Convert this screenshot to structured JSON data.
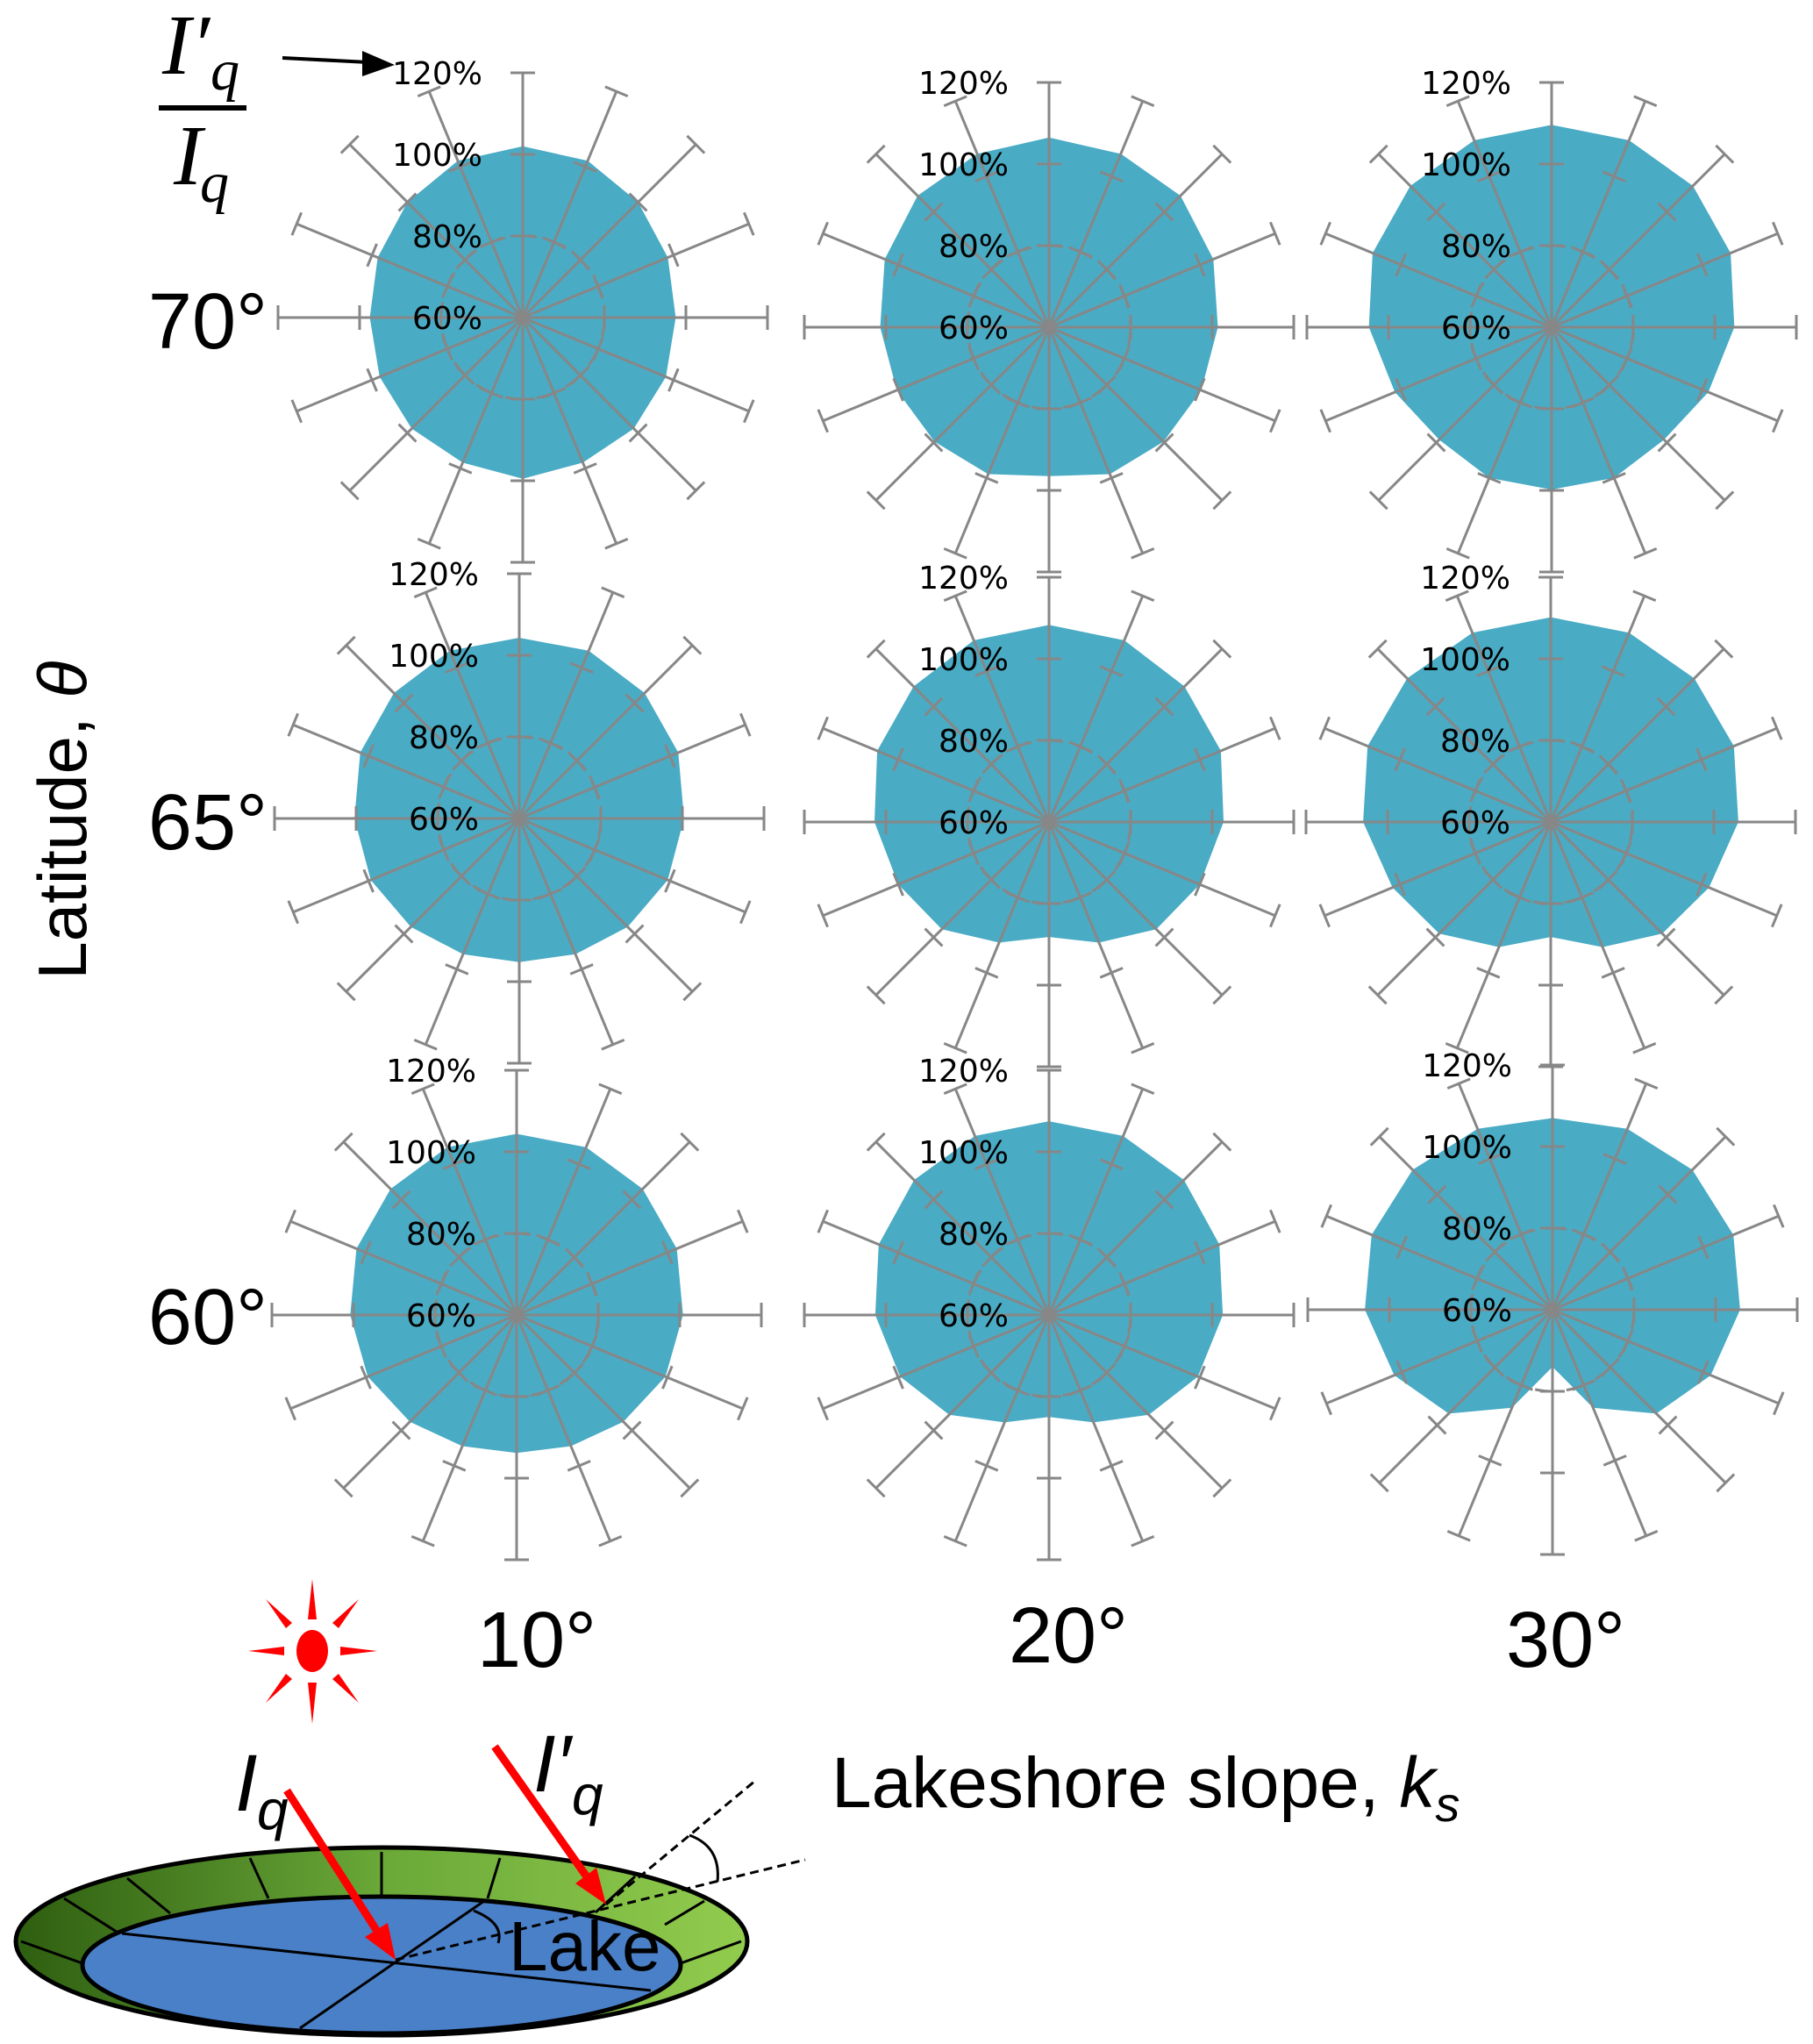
{
  "ratio_label": {
    "numerator_main": "I′",
    "numerator_sub": "q",
    "denominator_main": "I",
    "denominator_sub": "q"
  },
  "y_axis_title": {
    "text": "Latitude, ",
    "symbol": "θ"
  },
  "x_axis_title": {
    "text": "Lakeshore slope, ",
    "symbol": "k",
    "symbol_sub": "s"
  },
  "row_labels": [
    "70°",
    "65°",
    "60°"
  ],
  "column_labels": [
    "10°",
    "20°",
    "30°"
  ],
  "diagram": {
    "lake_label": "Lake",
    "direct_label_main": "I",
    "direct_label_sub": "q",
    "slope_label_main": "I′",
    "slope_label_sub": "q"
  },
  "colors": {
    "fill": "#4aabc4",
    "grid": "#878787",
    "sun": "#ff0000",
    "lake": "#4a80c8",
    "shore_dark": "#2e5e10",
    "shore_light": "#92cc4e"
  },
  "chart_data": {
    "type": "radar",
    "title": "",
    "r_axis_range": [
      60,
      120
    ],
    "r_tick_labels": [
      "60%",
      "80%",
      "100%",
      "120%"
    ],
    "r_ticks": [
      60,
      80,
      100,
      120
    ],
    "directions_deg": [
      0,
      22.5,
      45,
      67.5,
      90,
      112.5,
      135,
      157.5,
      180,
      202.5,
      225,
      247.5,
      270,
      292.5,
      315,
      337.5
    ],
    "grid": true,
    "panels": [
      {
        "latitude": "70°",
        "slope": "10°",
        "values": [
          102,
          101.6,
          100,
          98.5,
          97.5,
          98,
          98.5,
          98.5,
          99.5,
          98.5,
          98.5,
          98,
          97.5,
          98.5,
          100,
          101.6
        ]
      },
      {
        "latitude": "70°",
        "slope": "20°",
        "values": [
          106.5,
          106,
          105.6,
          103.6,
          101.4,
          100.4,
          99.7,
          99,
          96.5,
          99,
          99.7,
          100.4,
          101.4,
          103.6,
          105.6,
          106
        ]
      },
      {
        "latitude": "70°",
        "slope": "30°",
        "values": [
          109.6,
          109.6,
          109,
          107.5,
          104.8,
          101.6,
          99,
          100,
          99.8,
          100,
          99,
          101.6,
          104.8,
          107.5,
          109,
          109.6
        ]
      },
      {
        "latitude": "65°",
        "slope": "10°",
        "values": [
          104.3,
          104.5,
          103.5,
          102.2,
          100.4,
          99.4,
          97.6,
          96,
          95.2,
          96,
          97.6,
          99.4,
          100.4,
          102.2,
          103.5,
          104.5
        ]
      },
      {
        "latitude": "65°",
        "slope": "20°",
        "values": [
          108.3,
          108.2,
          107,
          105.6,
          102.8,
          100,
          97.2,
          92,
          88.2,
          92,
          97.2,
          100,
          102.8,
          105.6,
          107,
          108.2
        ]
      },
      {
        "latitude": "65°",
        "slope": "30°",
        "values": [
          110.2,
          110.2,
          109.8,
          108.6,
          106,
          102,
          98.7,
          93.2,
          88.2,
          93.2,
          98.7,
          102,
          106,
          108.6,
          109.8,
          110.2
        ]
      },
      {
        "latitude": "60°",
        "slope": "10°",
        "values": [
          104.4,
          104.5,
          103.7,
          102.5,
          100.8,
          99.5,
          97,
          94.8,
          93.8,
          94.8,
          97,
          99.5,
          100.8,
          102.5,
          103.7,
          104.5
        ]
      },
      {
        "latitude": "60°",
        "slope": "20°",
        "values": [
          107.5,
          107.5,
          106.8,
          105.2,
          102.6,
          99.5,
          94.6,
          88.5,
          85,
          88.5,
          94.6,
          99.5,
          102.6,
          105.2,
          106.8,
          107.5
        ]
      },
      {
        "latitude": "60°",
        "slope": "30°",
        "values": [
          107,
          108,
          108.5,
          108,
          106,
          102,
          96,
          86,
          74,
          86,
          96,
          102,
          106,
          108,
          108.5,
          108
        ]
      }
    ]
  }
}
